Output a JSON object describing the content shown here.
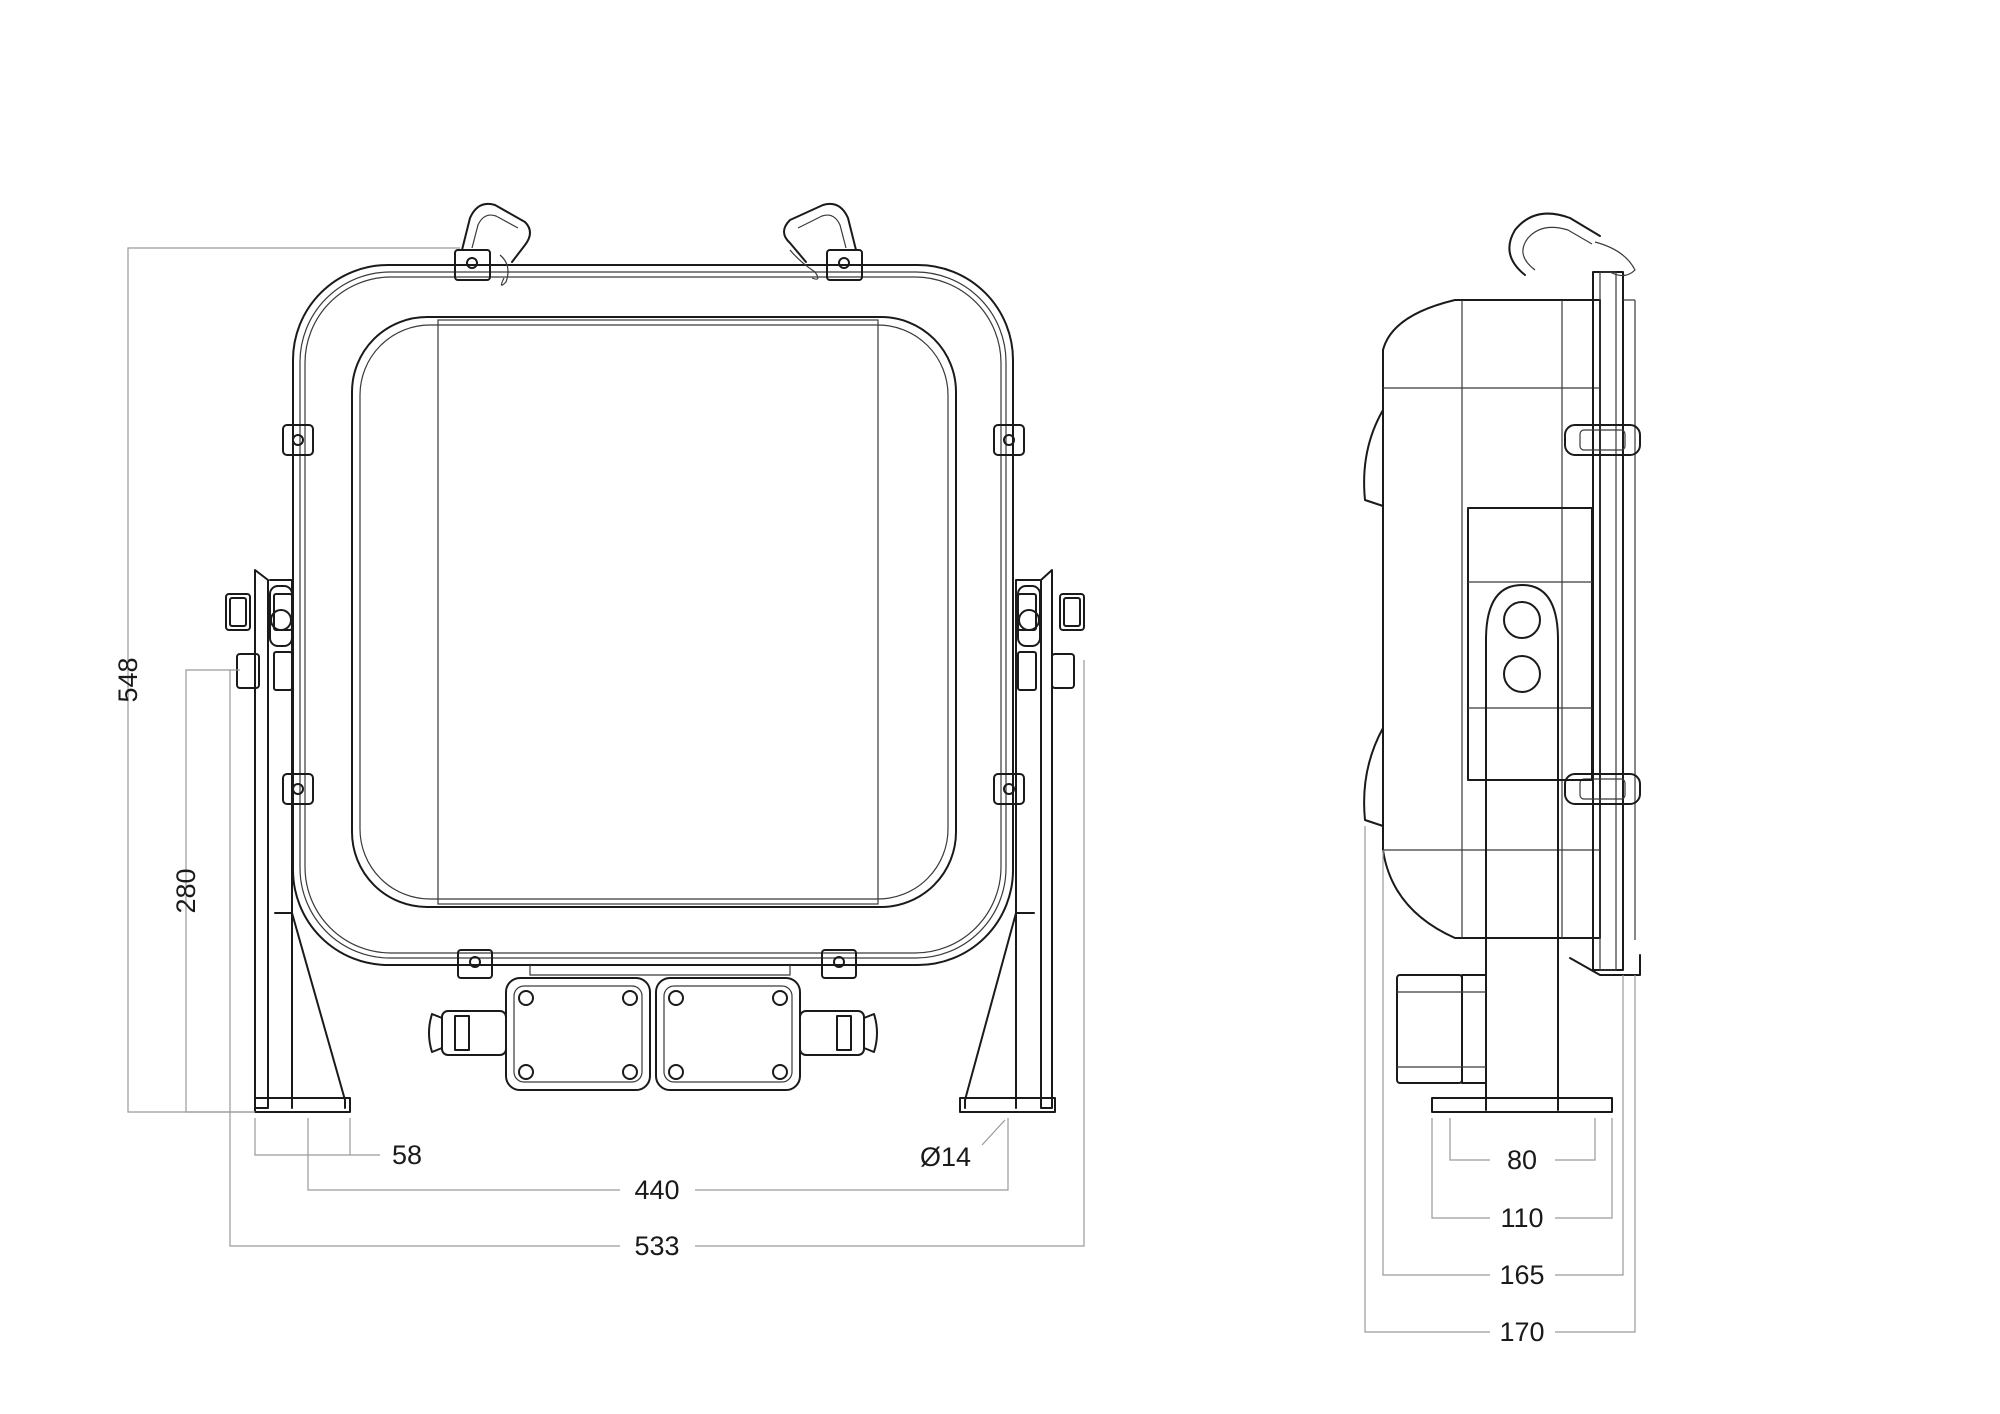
{
  "front_view": {
    "height_overall": "548",
    "height_pivot": "280",
    "foot_width": "58",
    "foot_spacing": "440",
    "width_overall": "533",
    "hole_diameter": "Ø14"
  },
  "side_view": {
    "foot_inner": "80",
    "foot_outer": "110",
    "body_depth": "165",
    "depth_overall": "170"
  }
}
